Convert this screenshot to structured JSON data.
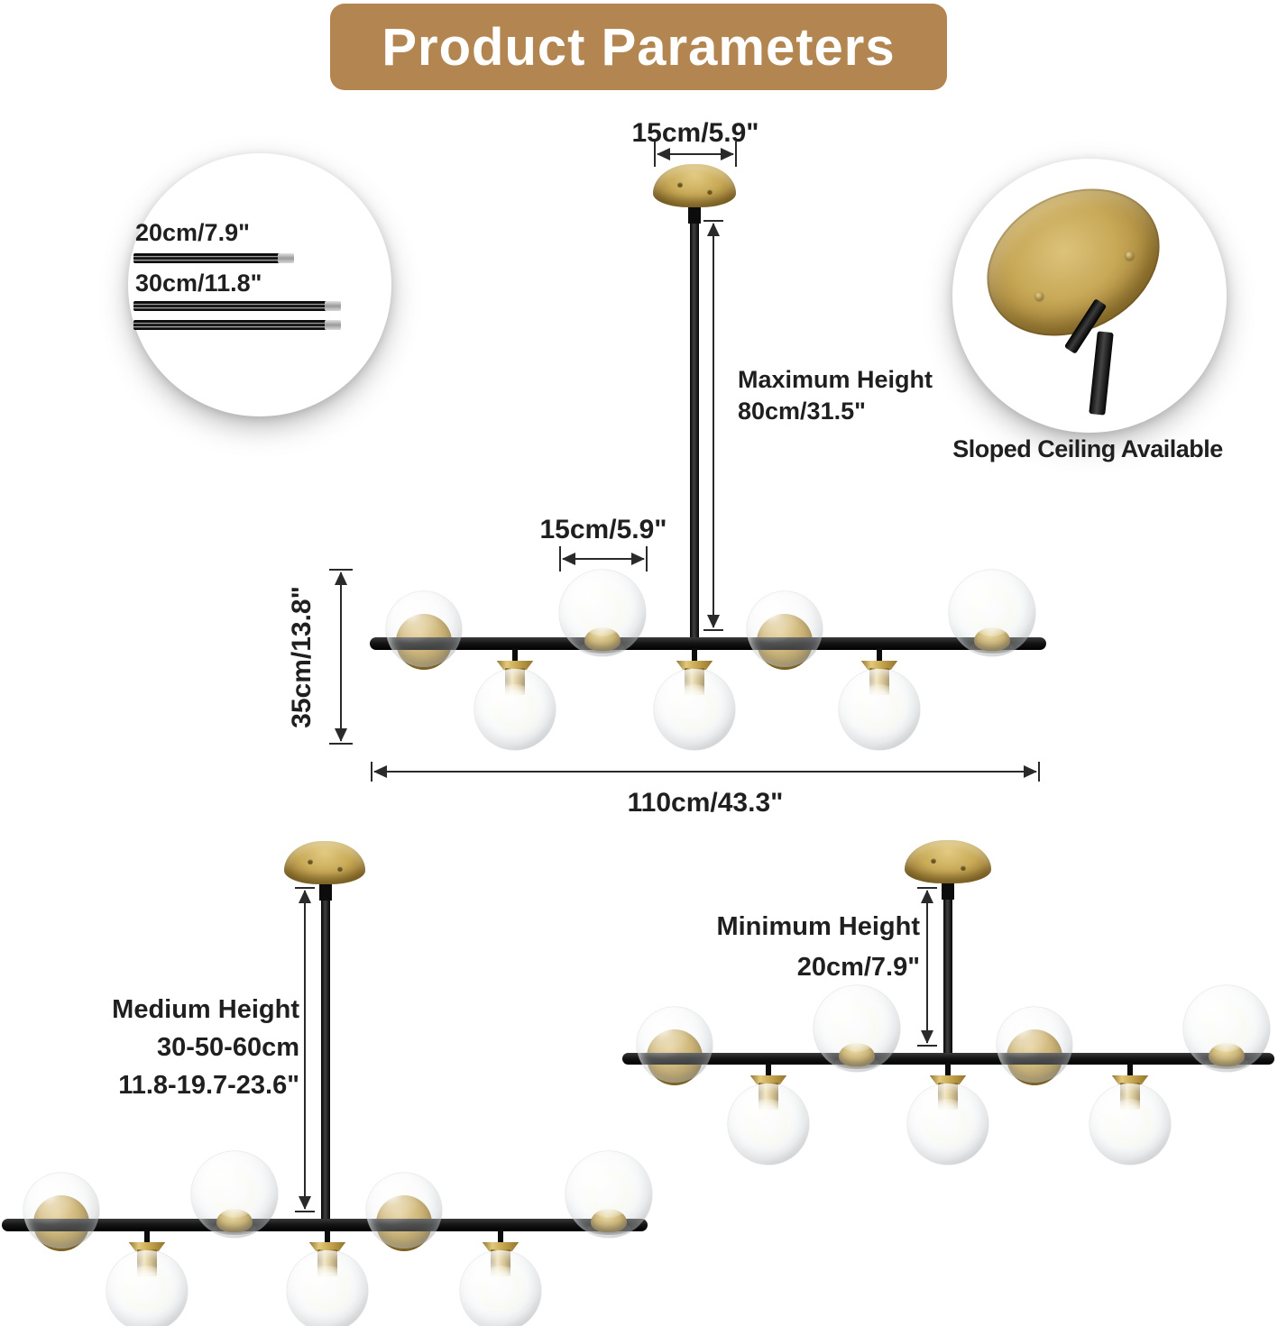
{
  "title": "Product Parameters",
  "colors": {
    "banner": "#b28551",
    "brass": "#c7a653",
    "fixture_black": "#141414",
    "text": "#1f1f1f",
    "dimension_line": "#2a2a2a"
  },
  "rod_kit": {
    "rod1_label": "20cm/7.9\"",
    "rod2_label": "30cm/11.8\""
  },
  "sloped_ceiling": {
    "caption": "Sloped Ceiling Available"
  },
  "dimensions": {
    "canopy_width": "15cm/5.9\"",
    "max_height_line1": "Maximum Height",
    "max_height_line2": "80cm/31.5\"",
    "globe_spacing": "15cm/5.9\"",
    "fixture_height": "35cm/13.8\"",
    "fixture_width": "110cm/43.3\"",
    "medium_line1": "Medium Height",
    "medium_line2": "30-50-60cm",
    "medium_line3": "11.8-19.7-23.6\"",
    "min_line1": "Minimum Height",
    "min_line2": "20cm/7.9\""
  }
}
